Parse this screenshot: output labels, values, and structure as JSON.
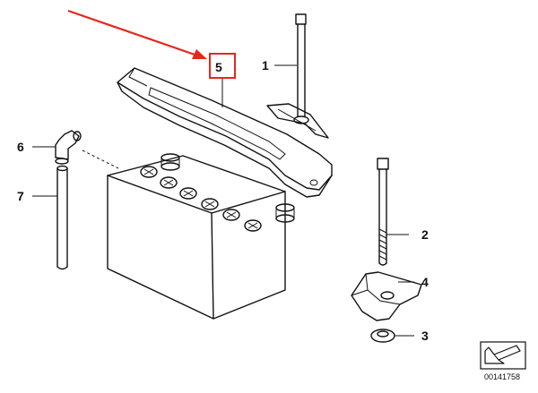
{
  "callouts": {
    "c1": "1",
    "c2": "2",
    "c3": "3",
    "c4": "4",
    "c5": "5",
    "c6": "6",
    "c7": "7"
  },
  "reference_code": "00141758",
  "colors": {
    "highlight": "#e8261c",
    "line": "#111111",
    "background": "#ffffff"
  },
  "icons": {
    "navigation": "arrow-icon"
  }
}
